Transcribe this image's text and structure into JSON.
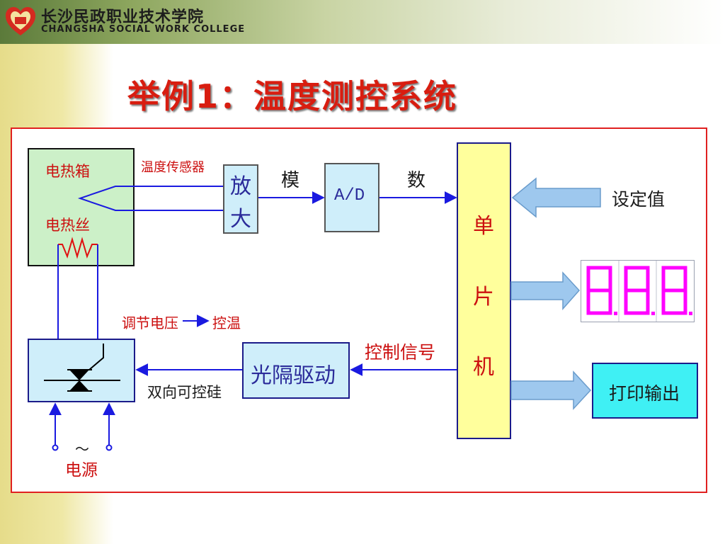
{
  "header": {
    "school_cn": "长沙民政职业技术学院",
    "school_en": "CHANGSHA SOCIAL WORK COLLEGE"
  },
  "slide": {
    "title": "举例1：温度测控系统"
  },
  "diagram": {
    "oven_label": "电热箱",
    "heater_label": "电热丝",
    "sensor_label": "温度传感器",
    "amp_label_1": "放",
    "amp_label_2": "大",
    "analog_label": "模",
    "adc_label": "A/D",
    "digital_label": "数",
    "mcu_label_1": "单",
    "mcu_label_2": "片",
    "mcu_label_3": "机",
    "setpoint_label": "设定值",
    "display_digits": "888",
    "print_label": "打印输出",
    "control_signal_label": "控制信号",
    "optocoupler_label": "光隔驱动",
    "scr_label": "双向可控硅",
    "regulate_label": "调节电压",
    "temp_control_label": "控温",
    "ac_symbol": "～",
    "power_label": "电源"
  },
  "colors": {
    "title": "#d81d10",
    "label_red": "#cc1010",
    "box_blue_fill": "#cfeefa",
    "oven_fill": "#ccf0c8",
    "mcu_fill": "#ffff9c",
    "print_fill": "#3ff0f4",
    "arrow_fill": "#9ec8ee",
    "display_segment": "#ff00ff",
    "wire": "#1a1ae0"
  }
}
